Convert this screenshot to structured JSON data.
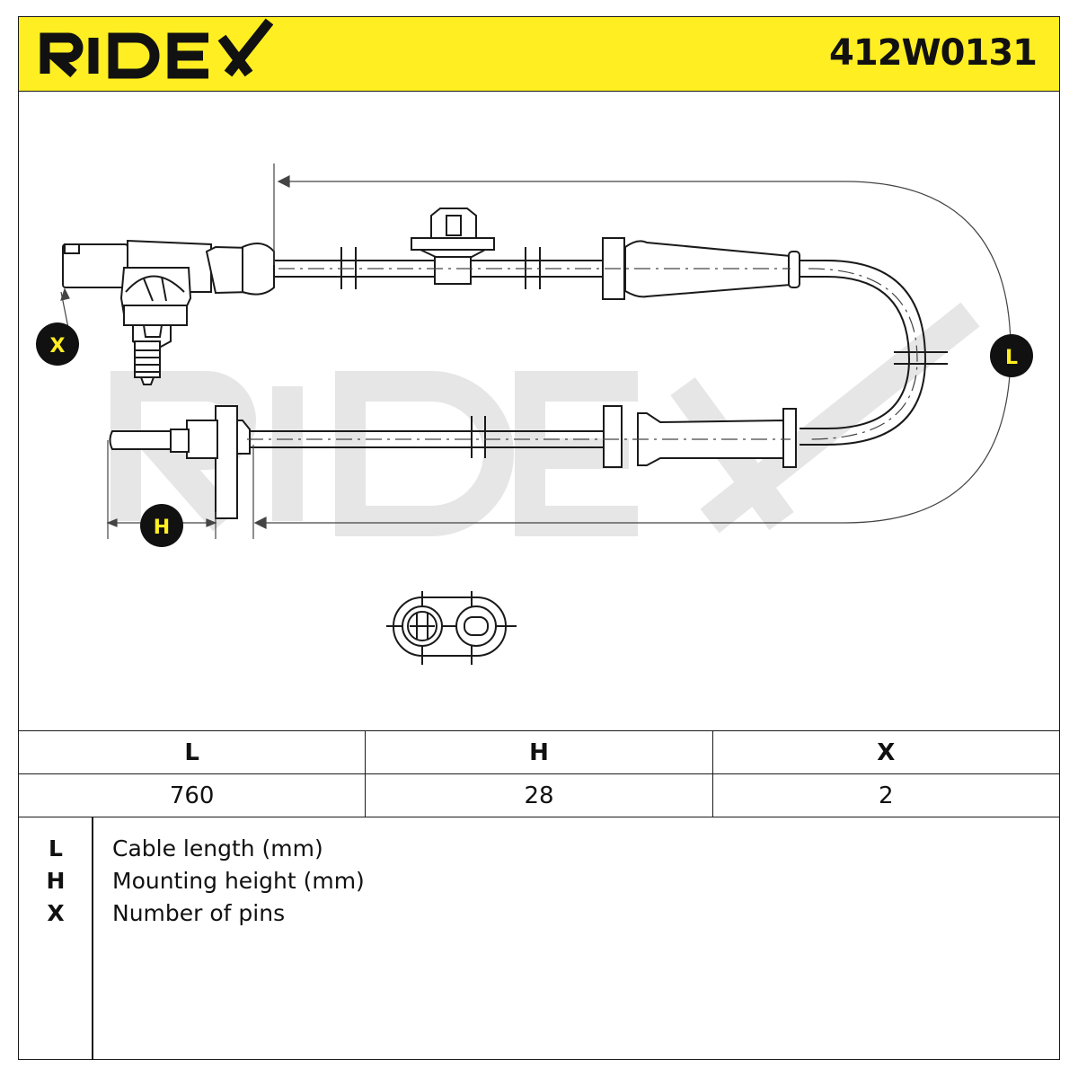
{
  "header": {
    "brand": "RIDEX",
    "part_number": "412W0131",
    "colors": {
      "header_bg": "#ffee22",
      "ink": "#1a1a1a",
      "watermark": "#e6e6e6",
      "badge_fill": "#111111",
      "badge_text": "#ffee22"
    }
  },
  "drawing": {
    "watermark": "RIDEX",
    "dimension_labels": {
      "x": "X",
      "l": "L",
      "h": "H"
    },
    "icons": [
      "abs-sensor-wire-icon",
      "connector-face-icon"
    ]
  },
  "spec_table": {
    "headers": [
      "L",
      "H",
      "X"
    ],
    "values": [
      "760",
      "28",
      "2"
    ]
  },
  "legend": {
    "items": [
      {
        "key": "L",
        "text": "Cable length (mm)"
      },
      {
        "key": "H",
        "text": "Mounting height (mm)"
      },
      {
        "key": "X",
        "text": "Number of pins"
      }
    ]
  }
}
